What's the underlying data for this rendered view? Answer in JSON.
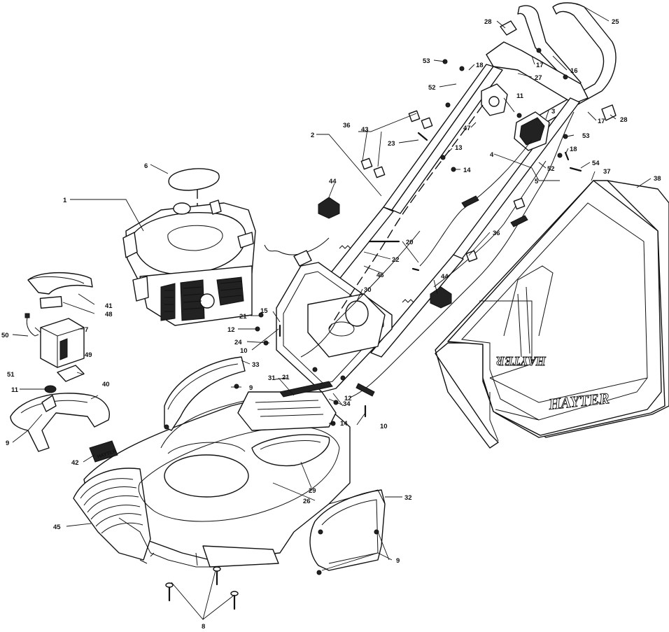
{
  "diagram": {
    "brand_text": "HAYTER",
    "callouts": [
      {
        "id": "c1",
        "label": "1"
      },
      {
        "id": "c2",
        "label": "2"
      },
      {
        "id": "c3",
        "label": "3"
      },
      {
        "id": "c4",
        "label": "4"
      },
      {
        "id": "c5",
        "label": "5"
      },
      {
        "id": "c6",
        "label": "6"
      },
      {
        "id": "c7",
        "label": "7"
      },
      {
        "id": "c8",
        "label": "8"
      },
      {
        "id": "c9a",
        "label": "9"
      },
      {
        "id": "c9b",
        "label": "9"
      },
      {
        "id": "c9c",
        "label": "9"
      },
      {
        "id": "c10a",
        "label": "10"
      },
      {
        "id": "c10b",
        "label": "10"
      },
      {
        "id": "c11a",
        "label": "11"
      },
      {
        "id": "c11b",
        "label": "11"
      },
      {
        "id": "c12a",
        "label": "12"
      },
      {
        "id": "c12b",
        "label": "12"
      },
      {
        "id": "c13",
        "label": "13"
      },
      {
        "id": "c14a",
        "label": "14"
      },
      {
        "id": "c14b",
        "label": "14"
      },
      {
        "id": "c15",
        "label": "15"
      },
      {
        "id": "c16",
        "label": "16"
      },
      {
        "id": "c17a",
        "label": "17"
      },
      {
        "id": "c17b",
        "label": "17"
      },
      {
        "id": "c18a",
        "label": "18"
      },
      {
        "id": "c18b",
        "label": "18"
      },
      {
        "id": "c20",
        "label": "20"
      },
      {
        "id": "c21a",
        "label": "21"
      },
      {
        "id": "c21b",
        "label": "21"
      },
      {
        "id": "c22",
        "label": "22"
      },
      {
        "id": "c23",
        "label": "23"
      },
      {
        "id": "c24",
        "label": "24"
      },
      {
        "id": "c25",
        "label": "25"
      },
      {
        "id": "c26",
        "label": "26"
      },
      {
        "id": "c27",
        "label": "27"
      },
      {
        "id": "c28a",
        "label": "28"
      },
      {
        "id": "c28b",
        "label": "28"
      },
      {
        "id": "c29",
        "label": "29"
      },
      {
        "id": "c30",
        "label": "30"
      },
      {
        "id": "c31",
        "label": "31"
      },
      {
        "id": "c32",
        "label": "32"
      },
      {
        "id": "c33",
        "label": "33"
      },
      {
        "id": "c34",
        "label": "34"
      },
      {
        "id": "c36a",
        "label": "36"
      },
      {
        "id": "c36b",
        "label": "36"
      },
      {
        "id": "c37",
        "label": "37"
      },
      {
        "id": "c38",
        "label": "38"
      },
      {
        "id": "c40",
        "label": "40"
      },
      {
        "id": "c41",
        "label": "41"
      },
      {
        "id": "c42",
        "label": "42"
      },
      {
        "id": "c43",
        "label": "43"
      },
      {
        "id": "c44a",
        "label": "44"
      },
      {
        "id": "c44b",
        "label": "44"
      },
      {
        "id": "c45",
        "label": "45"
      },
      {
        "id": "c46",
        "label": "46"
      },
      {
        "id": "c47",
        "label": "47"
      },
      {
        "id": "c48",
        "label": "48"
      },
      {
        "id": "c49",
        "label": "49"
      },
      {
        "id": "c50",
        "label": "50"
      },
      {
        "id": "c51",
        "label": "51"
      },
      {
        "id": "c52a",
        "label": "52"
      },
      {
        "id": "c52b",
        "label": "52"
      },
      {
        "id": "c53a",
        "label": "53"
      },
      {
        "id": "c53b",
        "label": "53"
      },
      {
        "id": "c54",
        "label": "54"
      }
    ]
  }
}
